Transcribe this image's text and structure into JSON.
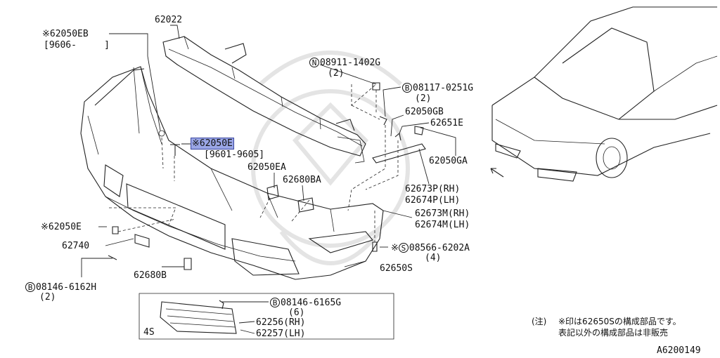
{
  "labels": {
    "p62022": "62022",
    "p62050eb": "※62050EB",
    "p62050eb_date": "[9606-     ]",
    "p62050e_top": "※62050E",
    "p62050e_date": "[9601-9605]",
    "p08911": "08911-1402G",
    "p08911_qty": "(2)",
    "p08117": "08117-0251G",
    "p08117_qty": "(2)",
    "p62050gb": "62050GB",
    "p62651e": "62651E",
    "p62050ga": "62050GA",
    "p62050ea": "62050EA",
    "p62680ba": "62680BA",
    "p62673p": "62673P(RH)",
    "p62674p": "62674P(LH)",
    "p62673m": "62673M(RH)",
    "p62674m": "62674M(LH)",
    "p62050e_left": "※62050E",
    "p62740": "62740",
    "p08566": "08566-6202A",
    "p08566_qty": "(4)",
    "p62650s": "62650S",
    "p62680b": "62680B",
    "p08146_6162": "08146-6162H",
    "p08146_6162_qty": "(2)",
    "p08146_6165": "08146-6165G",
    "p08146_6165_qty": "(6)",
    "p62256": "62256(RH)",
    "p62257": "62257(LH)",
    "box_label": "4S",
    "circle_n": "N",
    "circle_b": "B",
    "circle_s": "S",
    "note_prefix": "(注)",
    "note_line1": "※印は62650Sの構成部品です。",
    "note_line2": "表記以外の構成部品は非販売",
    "diagram_id": "A6200149"
  },
  "colors": {
    "highlight": "#9aa6e6",
    "line": "#222222",
    "watermark": "#e4e4e4"
  }
}
